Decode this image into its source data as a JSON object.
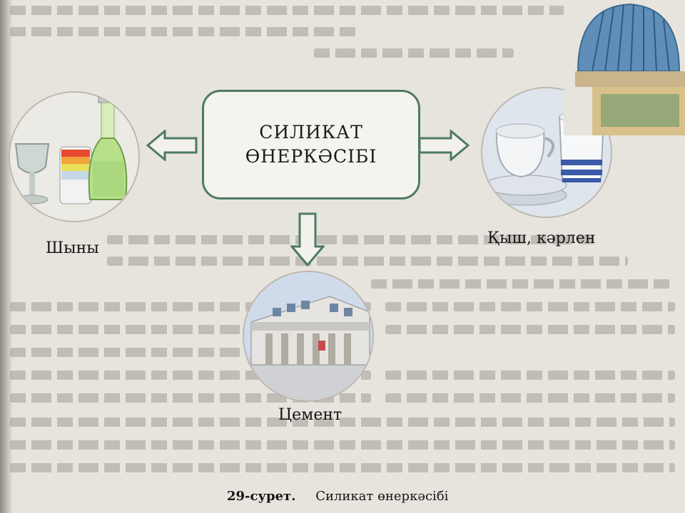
{
  "diagram": {
    "center_lines": [
      "СИЛИКАТ",
      "ӨНЕРКӘСІБІ"
    ],
    "products": {
      "glass": "Шыны",
      "ceramics": "Қыш, кәрлен",
      "cement": "Цемент"
    }
  },
  "figure": {
    "number": "29-сурет.",
    "title": "Силикат өнеркәсібі"
  },
  "colors": {
    "accent": "#4e7a64",
    "paper": "#e7e4dd"
  },
  "icons": [
    "arrow-left-icon",
    "arrow-right-icon",
    "arrow-down-icon"
  ]
}
